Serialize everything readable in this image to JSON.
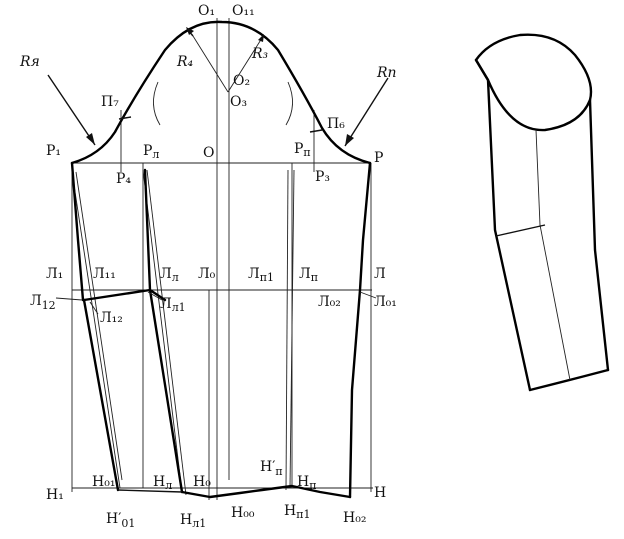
{
  "diagram": {
    "labels": {
      "O1": "O₁",
      "O11": "O₁₁",
      "O2": "O₂",
      "O3": "O₃",
      "R3": "R₃",
      "R4": "R₄",
      "Rya": "Rя",
      "Rp": "Rп",
      "P7": "П₇",
      "P6": "П₆",
      "Pt1": "Р₁",
      "Pt_l": "Р",
      "Pt_l_sub": "л",
      "O": "О",
      "Pt_p": "Р",
      "Pt_p_sub": "п",
      "Pt": "Р",
      "P4": "Р₄",
      "P3": "Р₃",
      "L1": "Л₁",
      "L11": "Л₁₁",
      "Ll": "Л",
      "Ll_sub": "л",
      "L0": "Л₀",
      "Lp1": "Л",
      "Lp1_sub": "п1",
      "Lp": "Л",
      "Lp_sub": "п",
      "L": "Л",
      "L12a": "Л",
      "L12a_sub": "12",
      "L12b": "Л₁₂",
      "Ll1": "Л",
      "Ll1_sub": "л1",
      "L02": "Л₀₂",
      "L01": "Л₀₁",
      "H1": "Н₁",
      "H01": "Н₀₁",
      "Hl": "Н",
      "Hl_sub": "л",
      "H0": "Н₀",
      "Hpp": "Н′",
      "Hpp_sub": "п",
      "Hp": "Н",
      "Hp_sub": "п",
      "H": "Н",
      "H01p": "Н′",
      "H01p_sub": "01",
      "Hl1": "Н",
      "Hl1_sub": "л1",
      "H00": "Н₀₀",
      "Hp1": "Н",
      "Hp1_sub": "п1",
      "H02": "Н₀₂"
    }
  }
}
